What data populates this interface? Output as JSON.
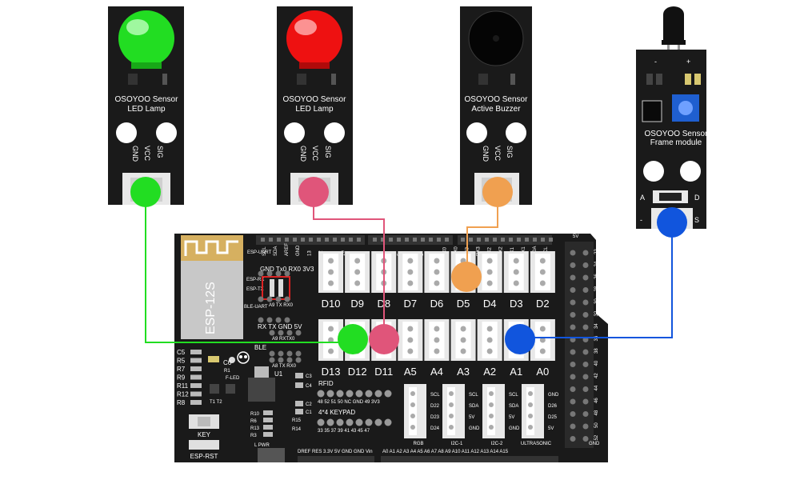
{
  "colors": {
    "green_led": "#22dd22",
    "red_led": "#ee1111",
    "green_wire": "#22dd22",
    "pink_wire": "#e0557a",
    "orange_wire": "#f0a050",
    "blue_wire": "#1155dd",
    "board": "#1a1a1a",
    "port": "#e8e8e8"
  },
  "modules": [
    {
      "line1": "OSOYOO Sensor",
      "line2": "LED Lamp",
      "pins": [
        "GND",
        "VCC",
        "SIG"
      ],
      "icon": "green-led-icon"
    },
    {
      "line1": "OSOYOO Sensor",
      "line2": "LED Lamp",
      "pins": [
        "GND",
        "VCC",
        "SIG"
      ],
      "icon": "red-led-icon"
    },
    {
      "line1": "OSOYOO Sensor",
      "line2": "Active Buzzer",
      "pins": [
        "GND",
        "VCC",
        "SIG"
      ],
      "icon": "buzzer-icon"
    },
    {
      "line1": "OSOYOO Sensor",
      "line2": "Frame module",
      "pins": [
        "-",
        "+"
      ],
      "side_labels": [
        "A",
        "D",
        "-",
        "S"
      ],
      "icon": "ir-sensor-icon"
    }
  ],
  "board": {
    "esp_name": "ESP-12S",
    "top_row_labels": [
      "D10",
      "D9",
      "D8",
      "D7",
      "D6",
      "D5",
      "D4",
      "D3",
      "D2"
    ],
    "bottom_row_labels": [
      "D13",
      "D12",
      "D11",
      "A5",
      "A4",
      "A3",
      "A2",
      "A1",
      "A0"
    ],
    "header_pins": [
      "SCL",
      "SDA",
      "AREF",
      "GND",
      "13",
      "12",
      "11",
      "10",
      "9",
      "8",
      "7",
      "6",
      "5",
      "4",
      "3",
      "2",
      "TX0",
      "RX0",
      "TX3",
      "RX3",
      "TX2",
      "RX2",
      "TX1",
      "RX1",
      "SDA",
      "SCL"
    ],
    "esp_uart": "ESP-UART",
    "gnd_tx0_rx0_3v3": "GND Tx0 RX0 3V3",
    "esp_rx": "ESP-RX",
    "esp_tx": "ESP-TX",
    "ble_uart": "BLE-UART",
    "a9_tx_rx0": "A9  TX  RX0",
    "rx_tx_gnd_5v": "RX TX GND 5V",
    "a9_rxtx0": "A9  RXTX0",
    "ble": "BLE",
    "a8_tx_rx0": "A8  TX  RX0",
    "left_caps": [
      "C5",
      "R5",
      "R7",
      "R9",
      "R11",
      "R12",
      "R8"
    ],
    "c6": "C6",
    "r1": "R1",
    "f_led": "F-LED",
    "t1_t2": "T1   T2",
    "u1": "U1",
    "c3": "C3",
    "c4": "C4",
    "c2": "C2",
    "c1": "C1",
    "rfid": "RFID",
    "rfid_pins": "48  52  51  50  NC  GND  49  3V3",
    "keypad": "4*4 KEYPAD",
    "keypad_pins": "33  35  37  39  41  43  45  47",
    "resistors_mid": [
      "R10",
      "R6",
      "R13",
      "R3"
    ],
    "r15": "R15",
    "r14": "R14",
    "key": "KEY",
    "esp_rst": "ESP-RST",
    "l_pwr": "L    PWR",
    "power_row": "DREF RES 3.3V 5V GND GND Vin",
    "analog_row": "A0  A1  A2  A3  A4  A5  A6  A7   A8  A9  A10  A11  A12  A13  A14  A15",
    "i2c_ports": [
      {
        "pins": [
          "SCL",
          "D22",
          "D23",
          "D24"
        ],
        "name": "RGB"
      },
      {
        "pins": [
          "SCL",
          "SDA",
          "5V",
          "GND"
        ],
        "name": "I2C-1"
      },
      {
        "pins": [
          "SCL",
          "SDA",
          "5V",
          "GND"
        ],
        "name": "I2C-2"
      },
      {
        "pins": [
          "GND",
          "D26",
          "D25",
          "5V"
        ],
        "name": "ULTRASONIC"
      }
    ],
    "right_header_top": "5V",
    "right_header_bottom": "GND",
    "right_header_nums": [
      "22",
      "24",
      "26",
      "28",
      "30",
      "32",
      "34",
      "36",
      "38",
      "40",
      "42",
      "44",
      "46",
      "48",
      "50",
      "52"
    ]
  }
}
